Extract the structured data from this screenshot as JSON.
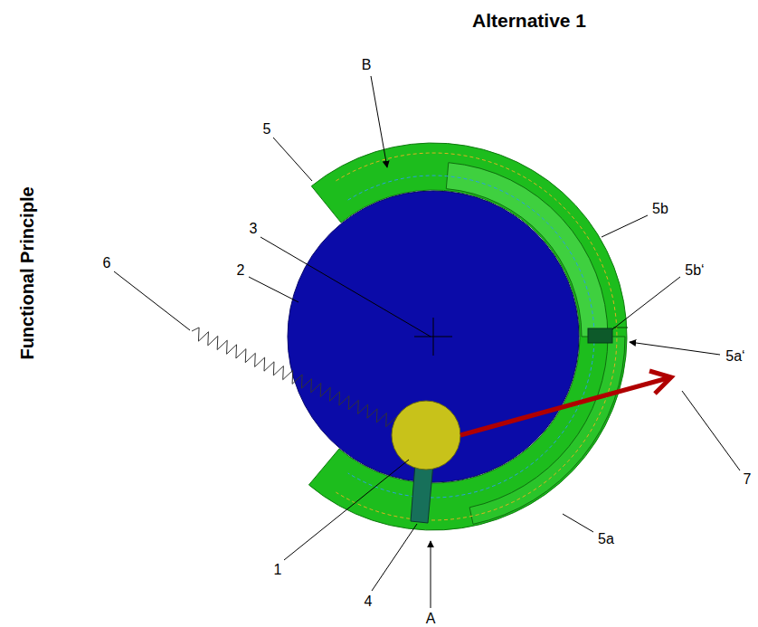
{
  "diagram": {
    "title": "Alternative 1",
    "labels": [
      "Functional Principle",
      "5",
      "B",
      "3",
      "2",
      "6",
      "5b",
      "5b‘",
      "5a‘",
      "7",
      "1",
      "4",
      "A",
      "5a"
    ]
  }
}
